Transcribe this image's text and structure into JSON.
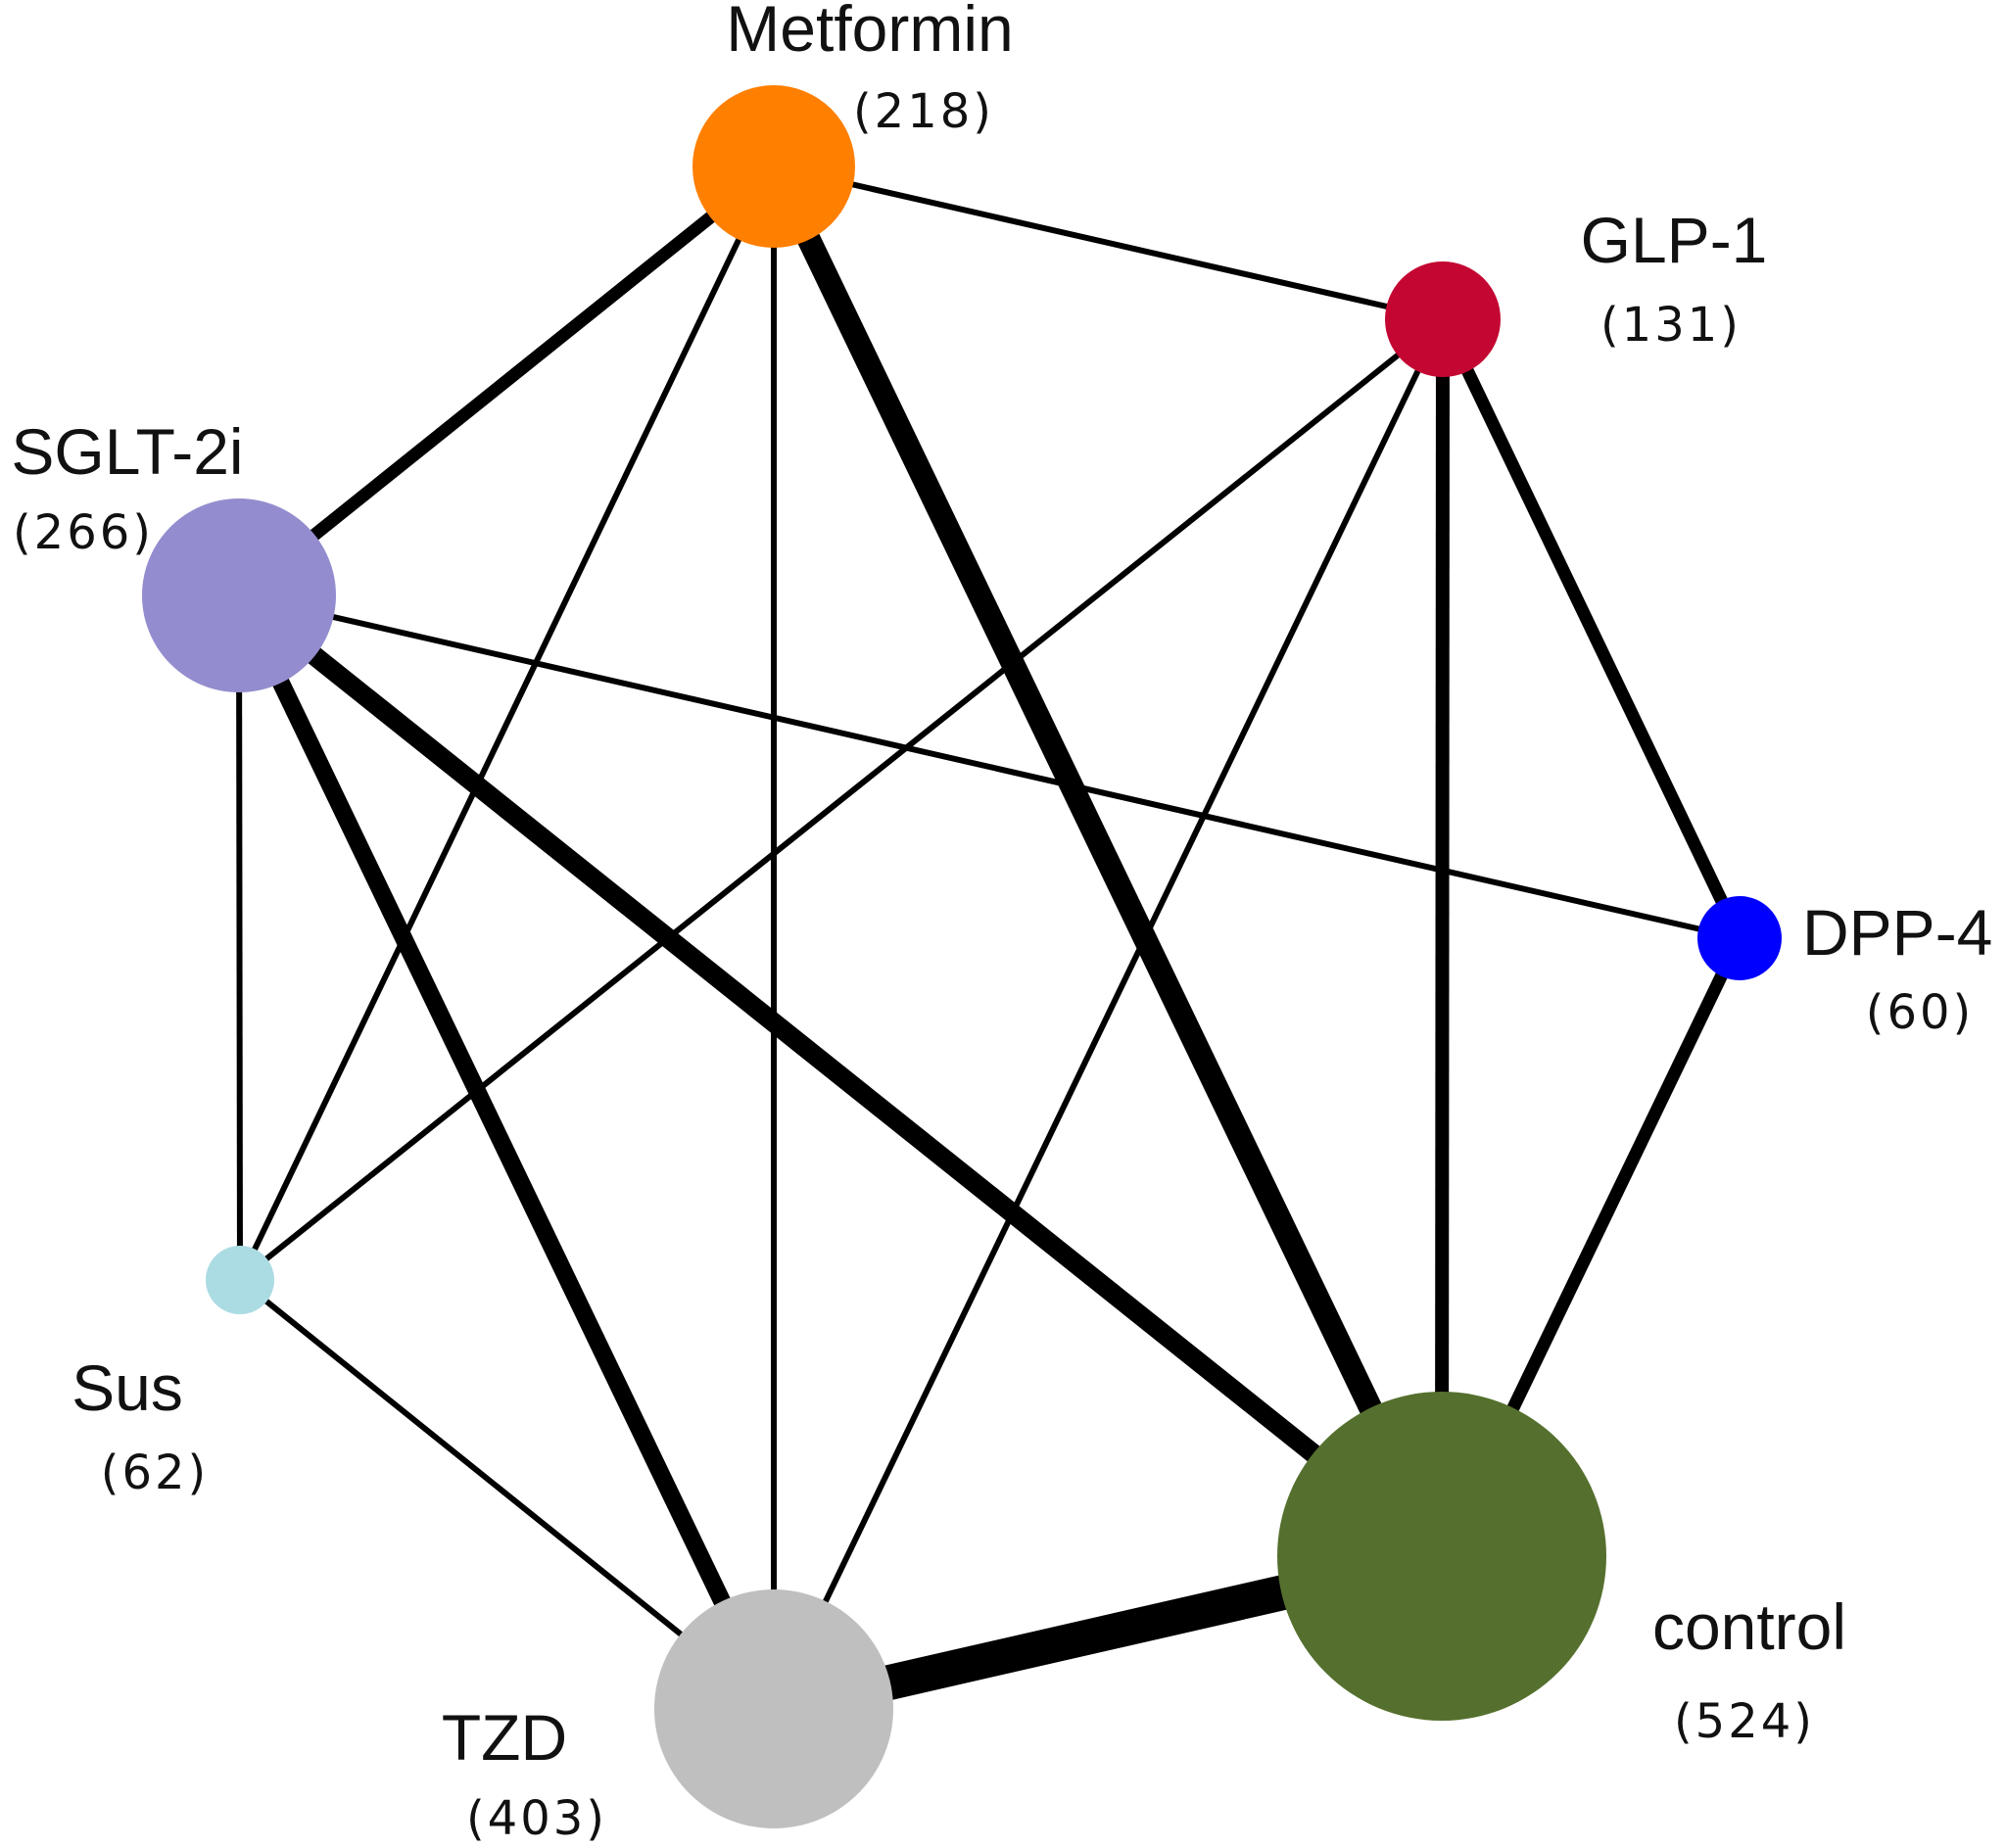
{
  "nodes": [
    {
      "id": "metformin",
      "label": "Metformin",
      "count": "(218)",
      "color": "#ff7f00"
    },
    {
      "id": "glp1",
      "label": "GLP-1",
      "count": "(131)",
      "color": "#c40732"
    },
    {
      "id": "sglt2i",
      "label": "SGLT-2i",
      "count": "(266)",
      "color": "#938dcf"
    },
    {
      "id": "dpp4",
      "label": "DPP-4",
      "count": "(60)",
      "color": "#0000ff"
    },
    {
      "id": "sus",
      "label": "Sus",
      "count": "(62)",
      "color": "#abdbe3"
    },
    {
      "id": "tzd",
      "label": "TZD",
      "count": "(403)",
      "color": "#bfbfbf"
    },
    {
      "id": "control",
      "label": "control",
      "count": "(524)",
      "color": "#55702e"
    }
  ],
  "edges": [
    {
      "from": "metformin",
      "to": "glp1"
    },
    {
      "from": "metformin",
      "to": "sglt2i"
    },
    {
      "from": "metformin",
      "to": "sus"
    },
    {
      "from": "metformin",
      "to": "tzd"
    },
    {
      "from": "metformin",
      "to": "control"
    },
    {
      "from": "glp1",
      "to": "sus"
    },
    {
      "from": "glp1",
      "to": "tzd"
    },
    {
      "from": "glp1",
      "to": "control"
    },
    {
      "from": "glp1",
      "to": "dpp4"
    },
    {
      "from": "sglt2i",
      "to": "dpp4"
    },
    {
      "from": "sglt2i",
      "to": "sus"
    },
    {
      "from": "sglt2i",
      "to": "tzd"
    },
    {
      "from": "sglt2i",
      "to": "control"
    },
    {
      "from": "dpp4",
      "to": "control"
    },
    {
      "from": "sus",
      "to": "tzd"
    },
    {
      "from": "tzd",
      "to": "control"
    }
  ]
}
